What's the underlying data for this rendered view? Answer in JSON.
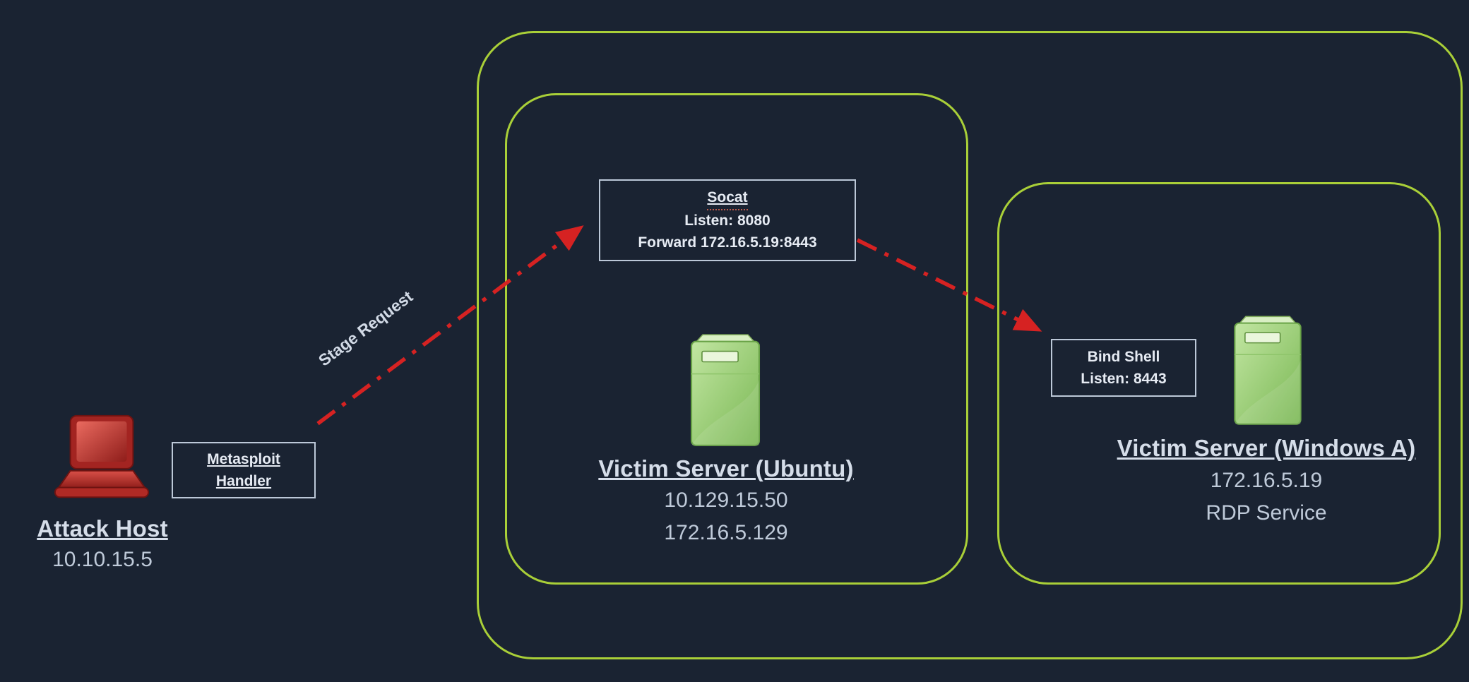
{
  "colors": {
    "background": "#1a2332",
    "zone_border": "#a9cf38",
    "box_border": "#bcc8d8",
    "text_primary": "#d5dde9",
    "text_secondary": "#bfcad9",
    "arrow_red": "#d62222",
    "server_green": "#8fc86a",
    "laptop_red": "#c0392b"
  },
  "attack_host": {
    "title": "Attack Host",
    "ip": "10.10.15.5"
  },
  "metasploit_box": {
    "line1": "Metasploit",
    "line2": "Handler"
  },
  "arrow_label": "Stage Request",
  "socat_box": {
    "title": "Socat",
    "listen": "Listen: 8080",
    "forward": "Forward 172.16.5.19:8443"
  },
  "bind_shell_box": {
    "title": "Bind Shell",
    "listen": "Listen: 8443"
  },
  "ubuntu_server": {
    "title": "Victim Server (Ubuntu)",
    "ip1": "10.129.15.50",
    "ip2": "172.16.5.129"
  },
  "windows_server": {
    "title": "Victim Server (Windows A)",
    "ip": "172.16.5.19",
    "service": "RDP Service"
  }
}
